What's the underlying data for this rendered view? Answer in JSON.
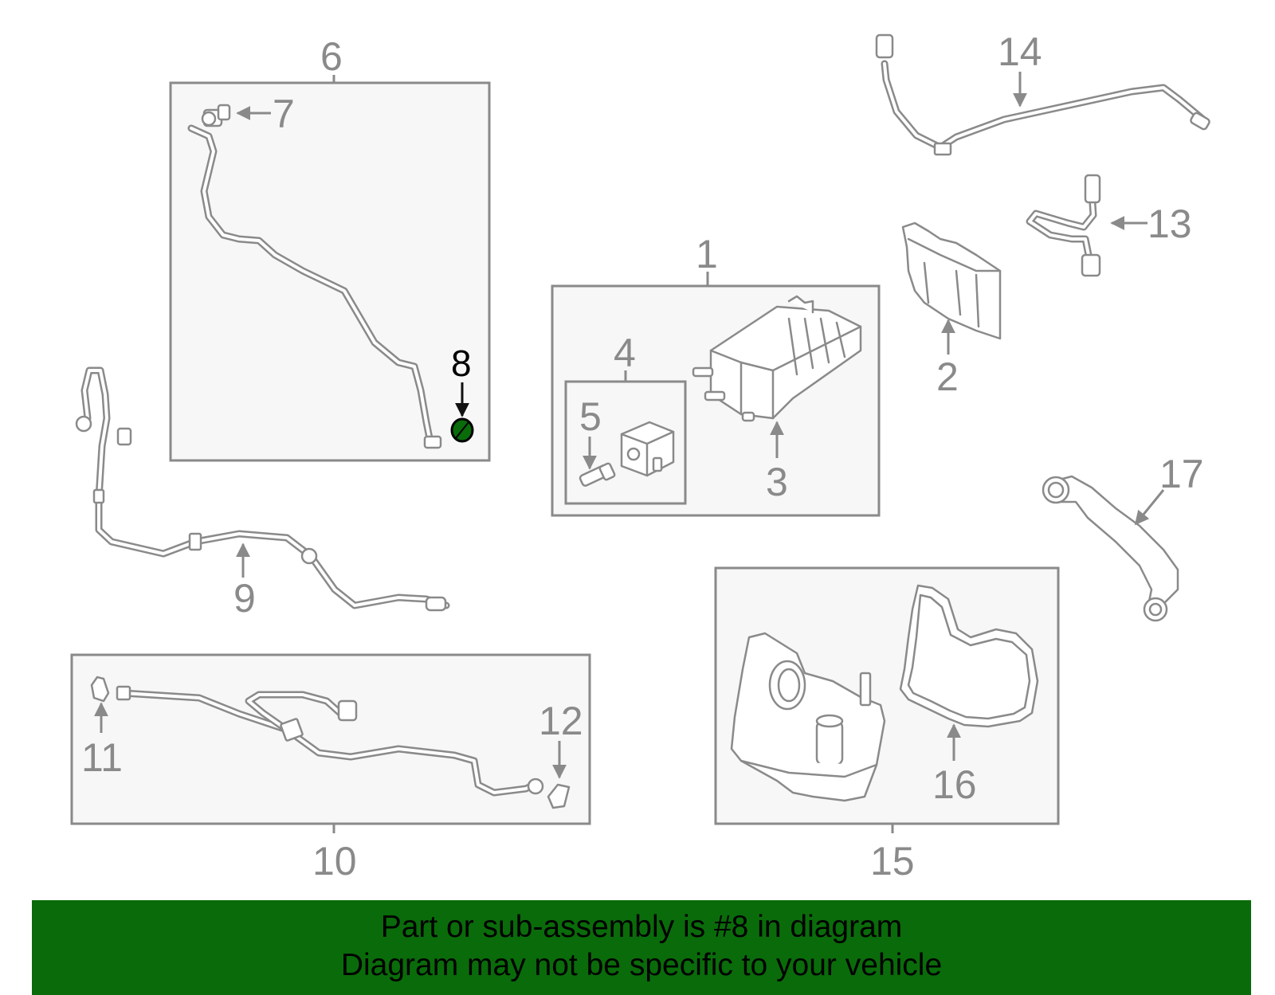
{
  "callouts": {
    "n1": "1",
    "n2": "2",
    "n3": "3",
    "n4": "4",
    "n5": "5",
    "n6": "6",
    "n7": "7",
    "n8": "8",
    "n9": "9",
    "n10": "10",
    "n11": "11",
    "n12": "12",
    "n13": "13",
    "n14": "14",
    "n15": "15",
    "n16": "16",
    "n17": "17"
  },
  "highlight": {
    "part": "8",
    "color": "#0a6b0a"
  },
  "banner": {
    "line1": "Part or sub-assembly is #8 in diagram",
    "line2": "Diagram may not be specific to your vehicle",
    "color": "#0a6b0a"
  }
}
